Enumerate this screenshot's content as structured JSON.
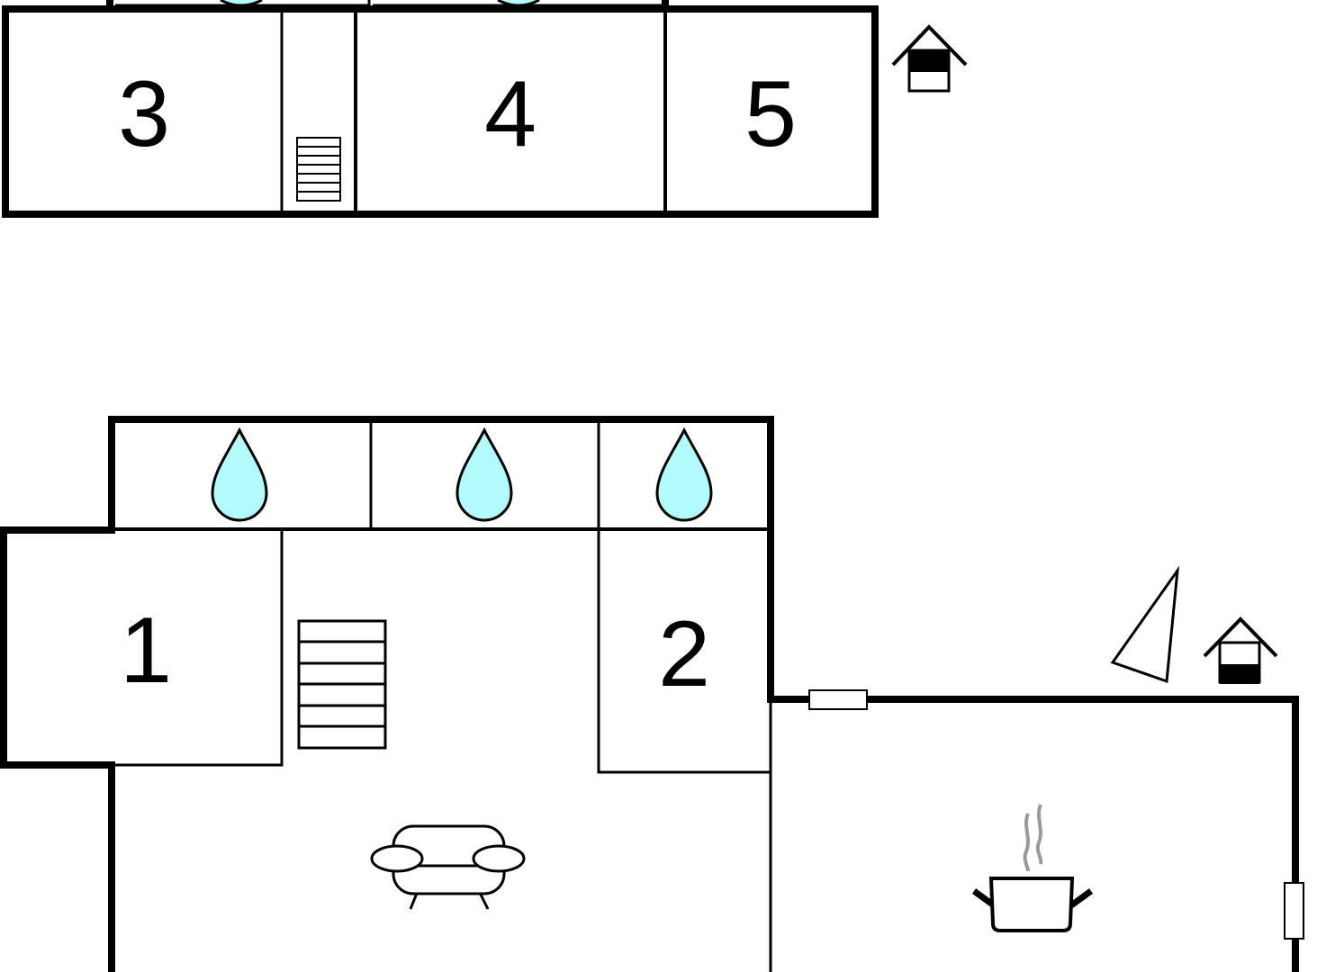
{
  "rooms": {
    "room_1": "1",
    "room_2": "2",
    "room_3": "3",
    "room_4": "4",
    "room_5": "5"
  },
  "icons": {
    "water_drop": "water-drop-icon",
    "stairs": "stairs-icon",
    "sofa": "sofa-icon",
    "cooking_pot": "cooking-pot-icon",
    "house_entrance": "house-entrance-icon",
    "compass": "compass-north-icon",
    "window": "window-icon"
  },
  "colors": {
    "wall": "#000000",
    "water": "#b3fbfd",
    "steam": "#9a9a9a",
    "background": "#ffffff"
  }
}
